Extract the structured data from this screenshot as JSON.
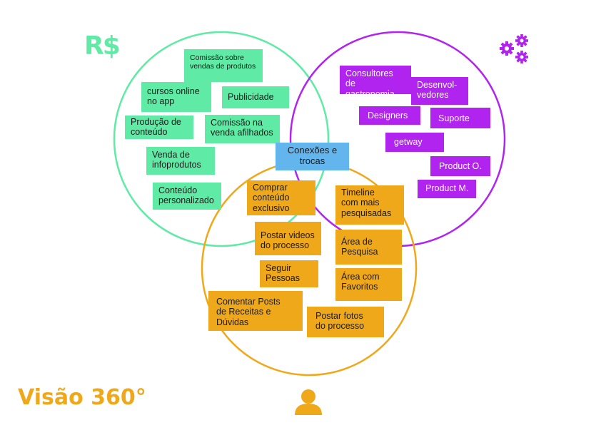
{
  "logo_currency": "R$",
  "title": "Visão 360°",
  "icons": {
    "money": "money-icon",
    "gears": "gears-icon",
    "person": "person-icon"
  },
  "colors": {
    "green": "#5feaa5",
    "purple": "#b124ef",
    "orange": "#f0a81b",
    "blue": "#63b5ee"
  },
  "center": {
    "text": "Conexões e\ntrocas"
  },
  "revenue": [
    {
      "text": "Comissão sobre\nvendas de produtos"
    },
    {
      "text": "cursos online\nno app"
    },
    {
      "text": "Publicidade"
    },
    {
      "text": "Produção de\nconteúdo"
    },
    {
      "text": "Comissão na\nvenda afilhados"
    },
    {
      "text": "Venda de\ninfoprodutos"
    },
    {
      "text": "Conteúdo\npersonalizado"
    }
  ],
  "partners": [
    {
      "text": "Consultores de\ngastronomia"
    },
    {
      "text": "Desenvol-\nvedores"
    },
    {
      "text": "Designers"
    },
    {
      "text": "Suporte"
    },
    {
      "text": "getway"
    },
    {
      "text": "Product O."
    },
    {
      "text": "Product M."
    }
  ],
  "users": [
    {
      "text": "Comprar\nconteúdo\nexclusivo"
    },
    {
      "text": "Timeline\ncom mais\npesquisadas"
    },
    {
      "text": "Postar videos\ndo processo"
    },
    {
      "text": "Área de\nPesquisa"
    },
    {
      "text": "Seguir\nPessoas"
    },
    {
      "text": "Área com\nFavoritos"
    },
    {
      "text": "Comentar Posts\nde Receitas e\nDúvidas"
    },
    {
      "text": "Postar fotos\ndo processo"
    }
  ]
}
